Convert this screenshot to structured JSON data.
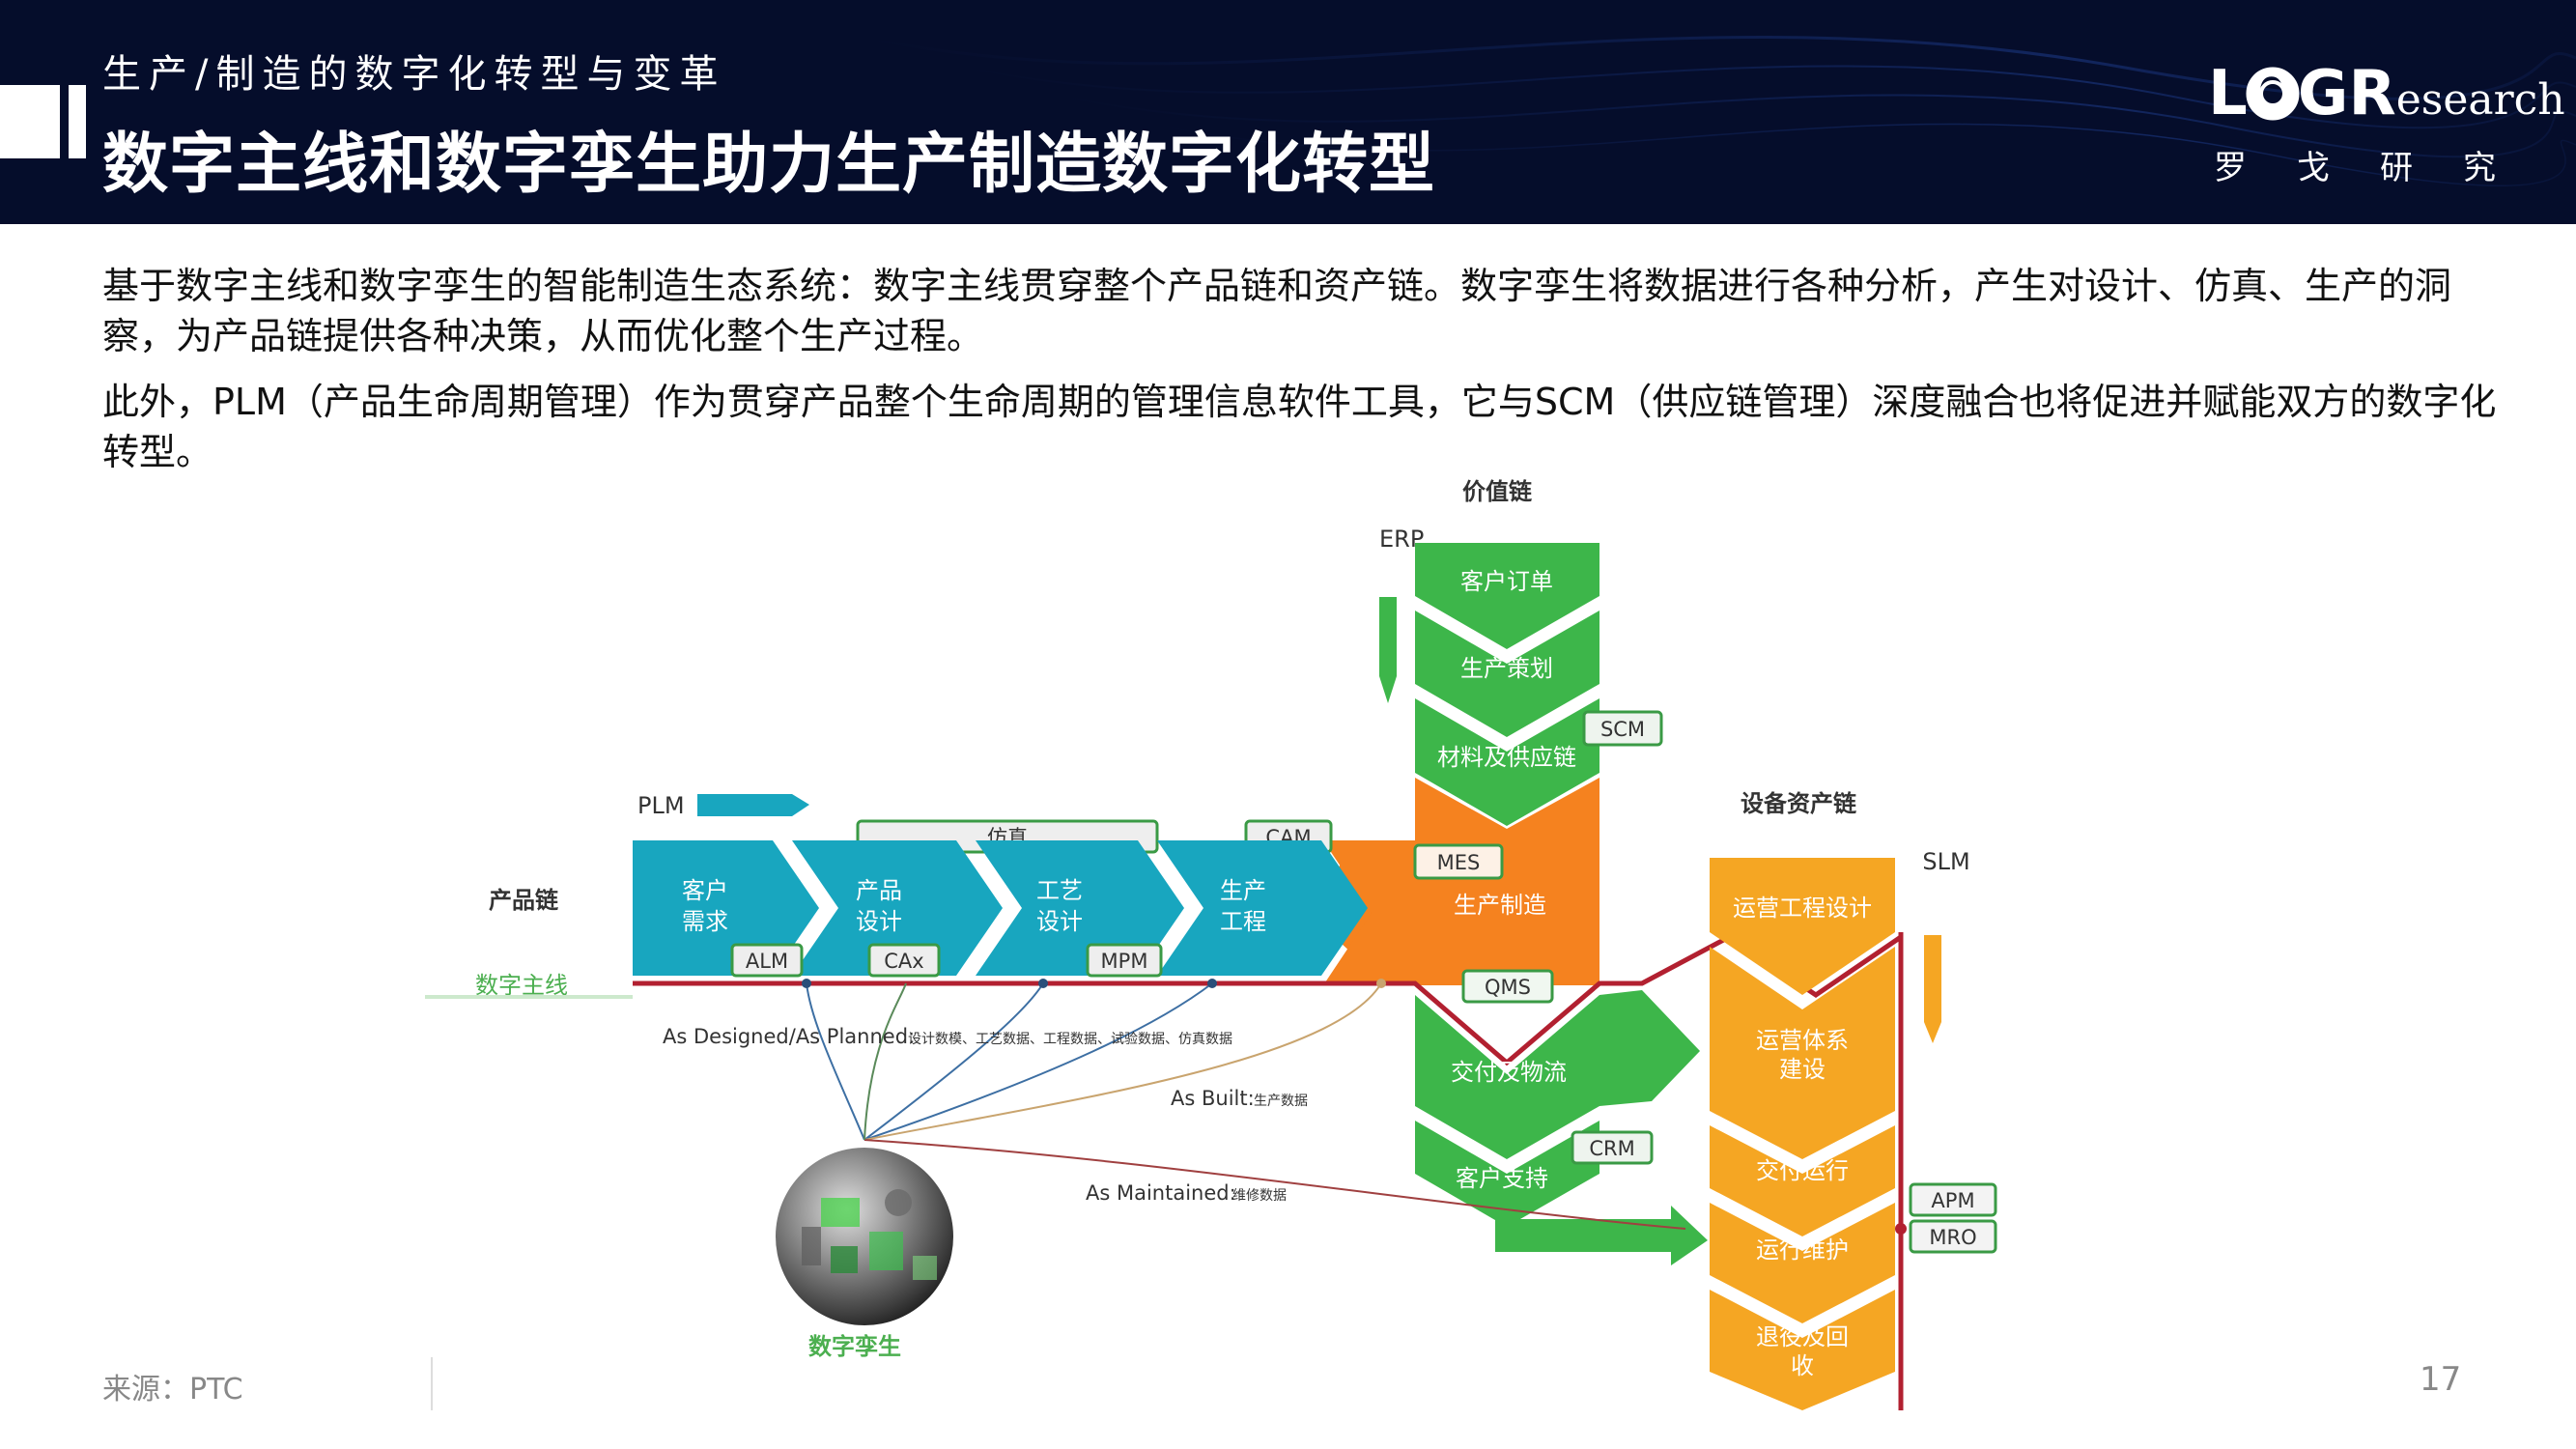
{
  "header": {
    "subtitle": "生产/制造的数字化转型与变革",
    "title": "数字主线和数字孪生助力生产制造数字化转型"
  },
  "logo": {
    "wordmark": "LOGR",
    "wordmark_tail": "esearch",
    "cn": "罗戈研究"
  },
  "body": {
    "paragraph1": "基于数字主线和数字孪生的智能制造生态系统：数字主线贯穿整个产品链和资产链。数字孪生将数据进行各种分析，产生对设计、仿真、生产的洞察，为产品链提供各种决策，从而优化整个生产过程。",
    "paragraph2": "此外，PLM（产品生命周期管理）作为贯穿产品整个生命周期的管理信息软件工具，它与SCM（供应链管理）深度融合也将促进并赋能双方的数字化转型。"
  },
  "diagram": {
    "value_chain": "价值链",
    "erp": "ERP",
    "customer_order": "客户订单",
    "production_planning": "生产策划",
    "materials_supply": "材料及供应链",
    "scm": "SCM",
    "plm": "PLM",
    "simulation": "仿真",
    "cam": "CAM",
    "mes": "MES",
    "manufacturing": "生产制造",
    "product_chain": "产品链",
    "digital_thread": "数字主线",
    "customer_needs_1": "客户",
    "customer_needs_2": "需求",
    "product_design_1": "产品",
    "product_design_2": "设计",
    "process_design_1": "工艺",
    "process_design_2": "设计",
    "production_eng_1": "生产",
    "production_eng_2": "工程",
    "alm": "ALM",
    "cax": "CAx",
    "mpm": "MPM",
    "qms": "QMS",
    "delivery_logistics": "交付及物流",
    "customer_support": "客户支持",
    "crm": "CRM",
    "asset_chain": "设备资产链",
    "slm": "SLM",
    "ops_eng_design": "运营工程设计",
    "ops_system_1": "运营体系",
    "ops_system_2": "建设",
    "delivery_ops": "交付运行",
    "ops_maintenance": "运行维护",
    "retire_1": "退役及回",
    "retire_2": "收",
    "apm": "APM",
    "mro": "MRO",
    "as_designed": "As Designed/As Planned:",
    "as_designed_detail": "设计数模、工艺数据、工程数据、试验数据、仿真数据",
    "as_built": "As Built:",
    "as_built_detail": "生产数据",
    "as_maintained": "As Maintained:",
    "as_maintained_detail": "维修数据",
    "digital_twin": "数字孪生"
  },
  "footer": {
    "source": "来源：PTC",
    "page": "17"
  },
  "colors": {
    "header_bg": "#050d2b",
    "teal": "#18a6bf",
    "green": "#3db64a",
    "orange": "#f5821f",
    "amber": "#f5a623",
    "thread_red": "#b22030"
  }
}
